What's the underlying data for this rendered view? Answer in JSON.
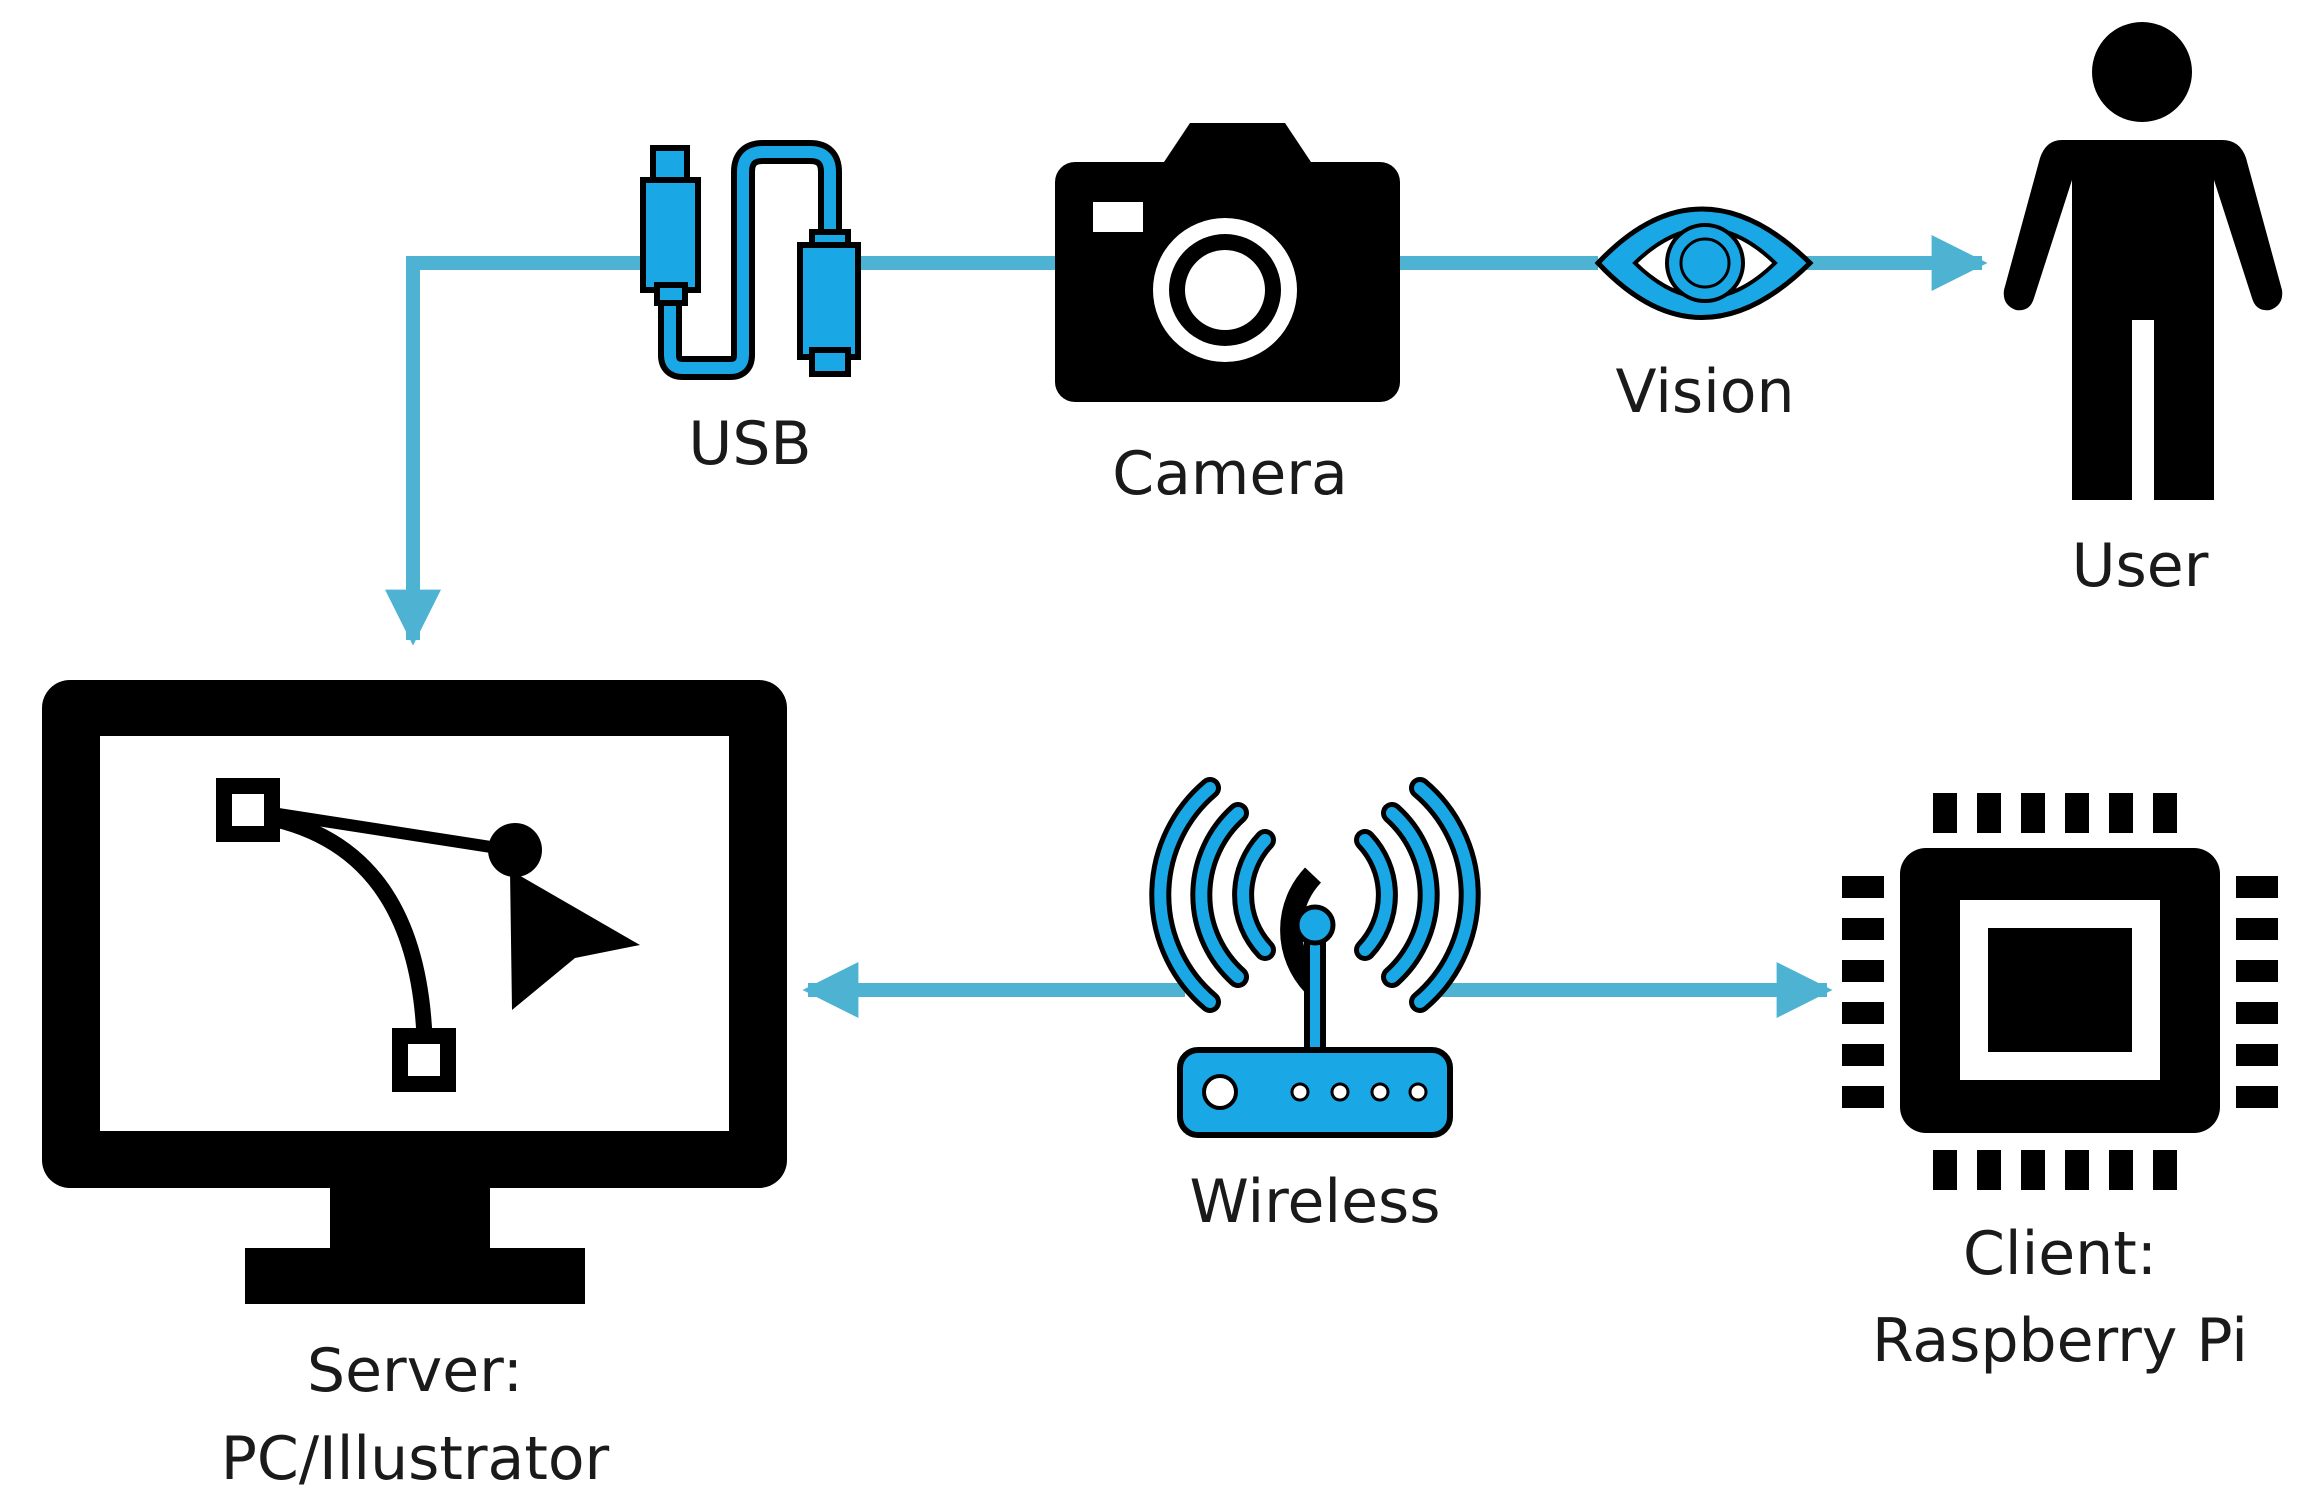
{
  "colors": {
    "accent": "#4eb3d3",
    "icon_blue": "#1aa7e6",
    "icon_black": "#000000"
  },
  "nodes": {
    "usb": {
      "label": "USB",
      "icon": "usb-cable-icon"
    },
    "camera": {
      "label": "Camera",
      "icon": "camera-icon"
    },
    "vision": {
      "label": "Vision",
      "icon": "eye-icon"
    },
    "user": {
      "label": "User",
      "icon": "person-icon"
    },
    "server": {
      "label_line1": "Server:",
      "label_line2": "PC/Illustrator",
      "icon": "monitor-bezier-icon"
    },
    "wireless": {
      "label": "Wireless",
      "icon": "wifi-router-icon"
    },
    "client": {
      "label_line1": "Client:",
      "label_line2": "Raspberry Pi",
      "icon": "chip-icon"
    }
  }
}
